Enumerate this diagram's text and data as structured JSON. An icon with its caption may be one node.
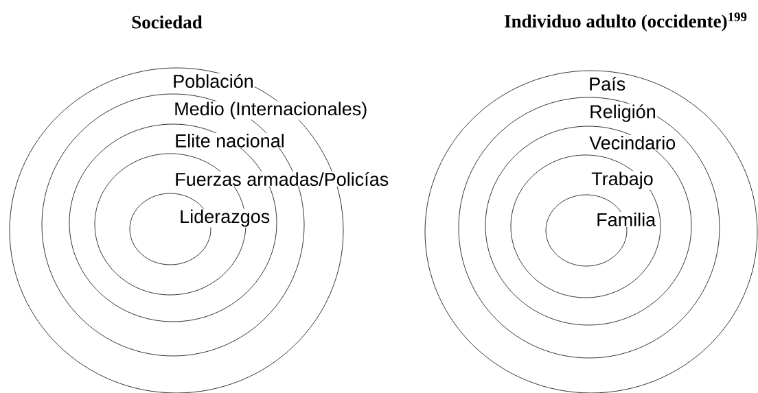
{
  "diagram": {
    "nodes": [
      {
        "text": [
          "Población"
        ]
      },
      {
        "text": [
          "Medio (Internacionales)"
        ],
        "in": 0
      },
      {
        "text": [
          "Elite nacional"
        ],
        "in": 1
      },
      {
        "text": [
          "Fuerzas armadas/Policías"
        ],
        "in": 2
      },
      {
        "text": [
          "Liderazgos"
        ],
        "in": 3
      },
      {
        "text": [
          "País"
        ]
      },
      {
        "text": [
          "Religión"
        ],
        "in": 5
      },
      {
        "text": [
          "Vecindario"
        ],
        "in": 6
      },
      {
        "text": [
          "Trabajo"
        ],
        "in": 7
      },
      {
        "text": [
          "Familia"
        ],
        "in": 8
      }
    ],
    "labels": [
      "Sociedad",
      "Individuo adulto (occidente)$^{199}$"
    ]
  }
}
